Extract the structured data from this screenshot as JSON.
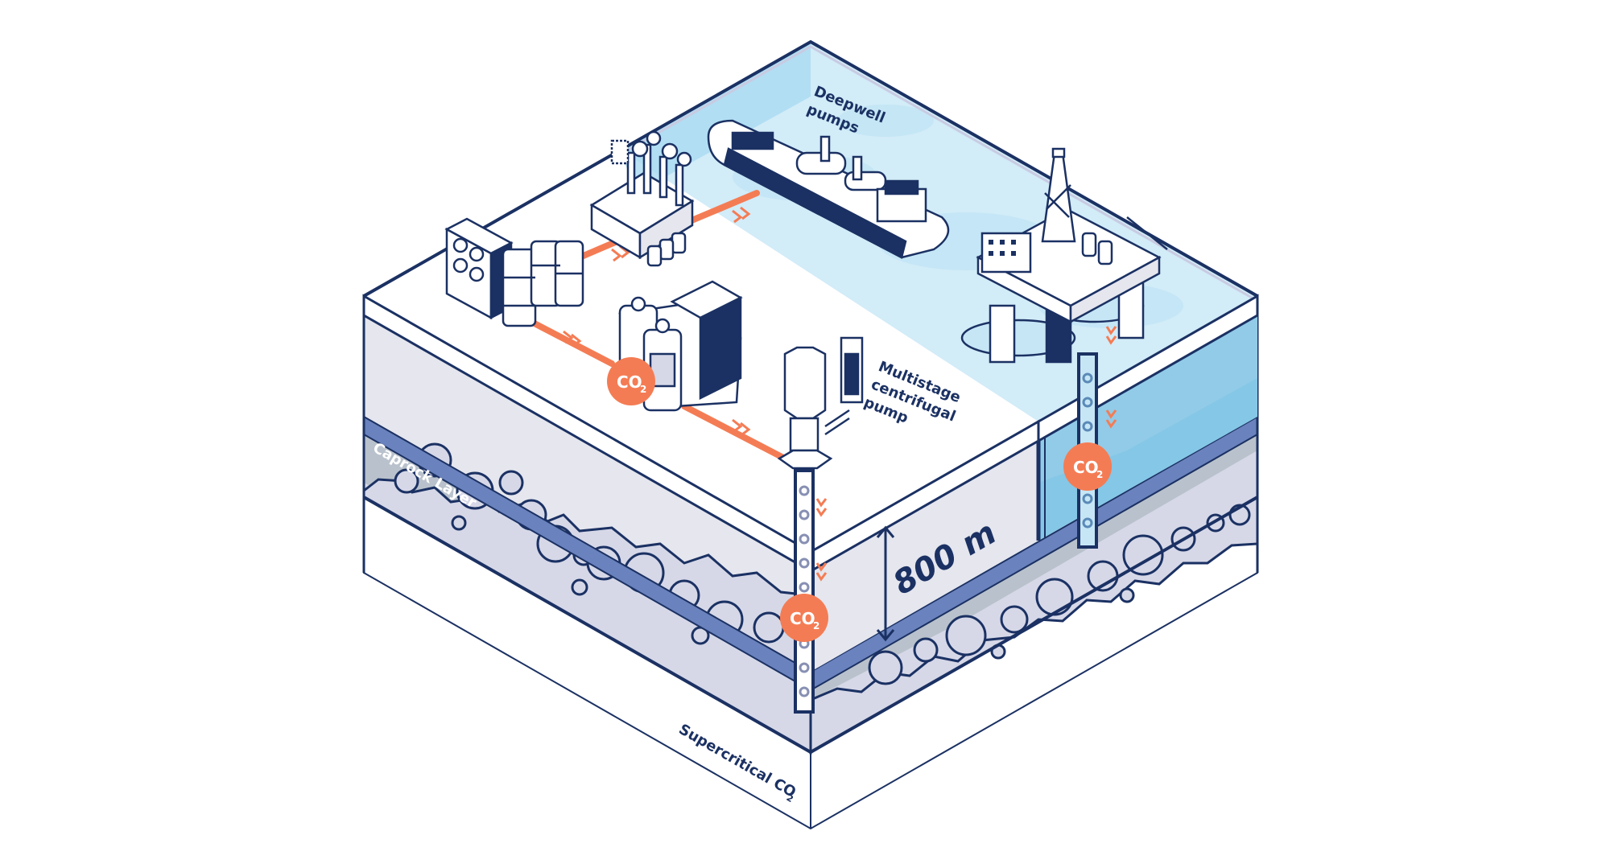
{
  "title": "CO2 capture, transport and deep storage diagram",
  "labels": {
    "deepwell_line1": "Deepwell",
    "deepwell_line2": "pumps",
    "multistage_line1": "Multistage",
    "multistage_line2": "centrifugal",
    "multistage_line3": "pump",
    "depth": "800 m",
    "caprock": "Caprock Layer",
    "supercritical_main": "Supercritical CO",
    "supercritical_sub": "2"
  },
  "badges": [
    {
      "main": "CO",
      "sub": "2"
    },
    {
      "main": "CO",
      "sub": "2"
    },
    {
      "main": "CO",
      "sub": "2"
    }
  ],
  "colors": {
    "outline": "#1b3163",
    "flow": "#f47c54",
    "sea_top": "#d2ecf8",
    "sea_side": "#85c7e6",
    "ground_side": "#e5e6ee",
    "caprock": "#6a82bd",
    "rock_back": "#b9c2cc",
    "reservoir": "#d6d8e8",
    "base": "#ffffff"
  },
  "icons": [
    "factory-icon",
    "cooler-icon",
    "storage-tanks-icon",
    "compressor-icon",
    "ship-icon",
    "oil-rig-icon",
    "injection-pump-icon",
    "well-pipe-icon",
    "flow-chevron-icon"
  ]
}
